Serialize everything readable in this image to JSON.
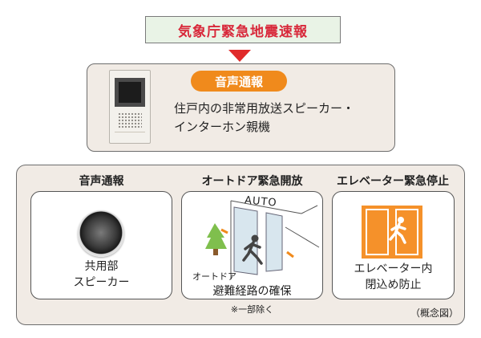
{
  "banner": {
    "text": "気象庁緊急地震速報"
  },
  "intercom": {
    "badge": "音声通報",
    "description_line1": "住戸内の非常用放送スピーカー・",
    "description_line2": "インターホン親機"
  },
  "features": {
    "announce": {
      "heading": "音声通報",
      "label_line1": "共用部",
      "label_line2": "スピーカー",
      "icon": "speaker-icon"
    },
    "autodoor": {
      "heading": "オートドア緊急開放",
      "sign": "AUTO",
      "sub_label": "オートドア",
      "label": "避難経路の確保",
      "note": "※一部除く",
      "icon": "auto-door-icon"
    },
    "elevator": {
      "heading": "エレベーター緊急停止",
      "label_line1": "エレベーター内",
      "label_line2": "閉込め防止",
      "icon": "elevator-exit-icon"
    }
  },
  "caption": "（概念図）",
  "colors": {
    "alert_red": "#d8283a",
    "arrow_red": "#e02a2a",
    "orange": "#f08a1c",
    "panel_beige": "#f1ebe5",
    "banner_green": "#e9f3e6"
  }
}
